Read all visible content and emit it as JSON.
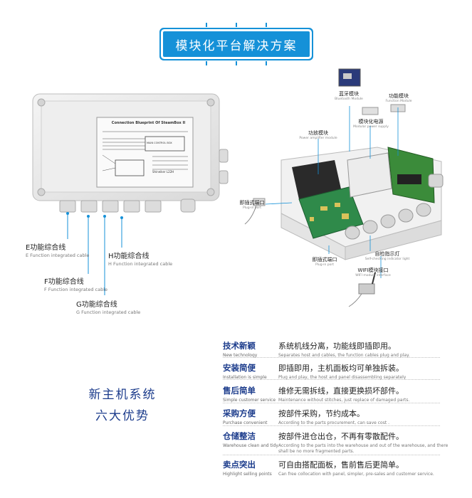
{
  "banner": {
    "title": "模块化平台解决方案"
  },
  "box_label": {
    "title": "Connection Blueprint  Of SteamBox II",
    "sub": "MAIN CONTROL BOX",
    "model": "Shineiker  L22H"
  },
  "left_cables": [
    {
      "zh": "E功能综合线",
      "en": "E Function integrated cable"
    },
    {
      "zh": "H功能综合线",
      "en": "H Function integrated cable"
    },
    {
      "zh": "F功能综合线",
      "en": "F Function integrated cable"
    },
    {
      "zh": "G功能综合线",
      "en": "G Function integrated cable"
    }
  ],
  "modules": {
    "bluetooth": {
      "zh": "蓝牙模块",
      "en": "Bluetooth Module"
    },
    "function": {
      "zh": "功能模块",
      "en": "Function Module"
    },
    "power_supply": {
      "zh": "模块化电源",
      "en": "Modular power supply"
    },
    "amplifier": {
      "zh": "功放模块",
      "en": "Power amplifier module"
    },
    "plug_port_top": {
      "zh": "即插式端口",
      "en": "Plug-in port"
    },
    "plug_port_bottom": {
      "zh": "即插式端口",
      "en": "Plug-in port"
    },
    "indicator": {
      "zh": "自检指示灯",
      "en": "Self-checking indicator light"
    },
    "wifi": {
      "zh": "WIFI模块接口",
      "en": "WIFI module interface"
    }
  },
  "slogan": {
    "line1": "新主机系统",
    "line2": "六大优势"
  },
  "features": [
    {
      "title": "技术新颖",
      "title_en": "New technology",
      "desc": "系统机线分离，功能线即插即用。",
      "desc_en": "Separates host and cables, the function cables  plug and play."
    },
    {
      "title": "安装简便",
      "title_en": "Installation is simple",
      "desc": "即插即用，主机面板均可单独拆装。",
      "desc_en": "Plug and play, the host and panel disassembling separately"
    },
    {
      "title": "售后简单",
      "title_en": "Simple customer service",
      "desc": "维修无需拆线，直接更换损坏部件。",
      "desc_en": "Maintenance without stitches, just replace of damaged parts."
    },
    {
      "title": "采购方便",
      "title_en": "Purchase convenient",
      "desc": "按部件采购，节约成本。",
      "desc_en": "According to the parts procurement, can save cost ."
    },
    {
      "title": "仓储整洁",
      "title_en": "Warehouse clean and tidy",
      "desc": "按部件进仓出仓，不再有零散配件。",
      "desc_en": "According to the parts into the warehouse and out of the warehouse, and there shall be no more fragmented parts."
    },
    {
      "title": "卖点突出",
      "title_en": "Highlight selling points",
      "desc": "可自由搭配面板，售前售后更简单。",
      "desc_en": "Can free collocation with panel, simpler, pre-sales and  customer service."
    }
  ],
  "colors": {
    "accent": "#1591d8",
    "navy": "#1c3c8c"
  }
}
